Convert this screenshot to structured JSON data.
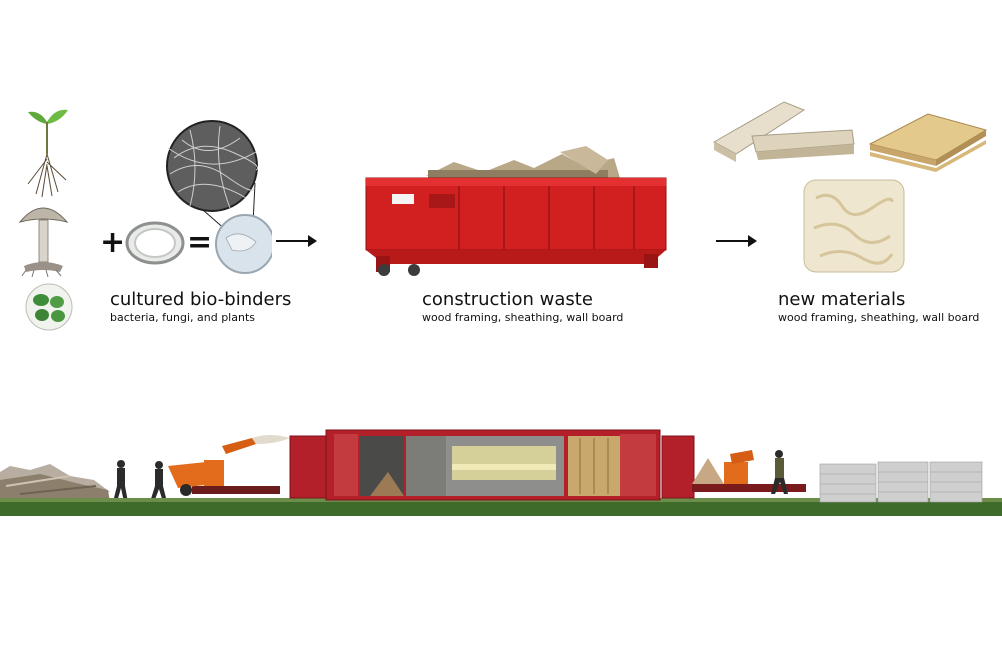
{
  "stages": [
    {
      "title": "cultured bio-binders",
      "subtitle": "bacteria, fungi, and plants"
    },
    {
      "title": "construction waste",
      "subtitle": "wood framing, sheathing, wall board"
    },
    {
      "title": "new materials",
      "subtitle": "wood framing, sheathing, wall board"
    }
  ],
  "operators": {
    "plus": "+",
    "equals": "="
  },
  "colors": {
    "dumpster_red": "#d21f1f",
    "container_red": "#b3202a",
    "chipper_orange": "#e36b1c",
    "grass_green": "#3f6b2a",
    "block_gray": "#cfcfcf"
  },
  "icons": [
    "sprout-icon",
    "mushroom-icon",
    "algae-cells-icon",
    "petri-dish-icon",
    "arrow-right-icon"
  ]
}
